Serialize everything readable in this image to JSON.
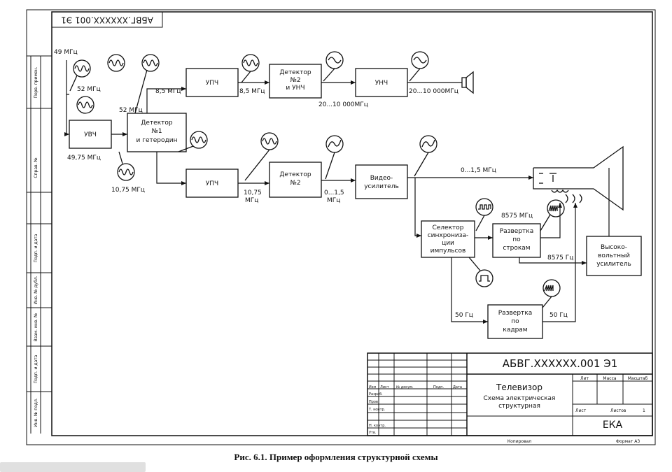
{
  "doc_code_rotated": "АБВГ.XXXXXX.001 Э1",
  "left_strip": [
    "Перв. примен.",
    "Справ. №",
    "Подп. и дата",
    "Инв. № дубл.",
    "Взам. инв. №",
    "Подп. и дата",
    "Инв. № подл."
  ],
  "blocks": {
    "uvch": "УВЧ",
    "det1": [
      "Детектор",
      "№1",
      "и гетеродин"
    ],
    "upch_top": "УПЧ",
    "det2_top": [
      "Детектор",
      "№2",
      "и УНЧ"
    ],
    "unch": "УНЧ",
    "upch_bottom": "УПЧ",
    "det2_bottom": [
      "Детектор",
      "№2"
    ],
    "video_amp": [
      "Видео-",
      "усилитель"
    ],
    "sync_sel": [
      "Селектор",
      "синхронизa-",
      "ции",
      "импульсов"
    ],
    "line_scan": [
      "Развертка",
      "по",
      "строкам"
    ],
    "frame_scan": [
      "Развертка",
      "по",
      "кадрам"
    ],
    "hv_amp": [
      "Высоко-",
      "вольтный",
      "усилитель"
    ]
  },
  "freq_labels": {
    "f49": "49 МГц",
    "f52a": "52 МГц",
    "f52b": "52 МГц",
    "f4975": "49,75 МГц",
    "f1075a": "10,75 МГц",
    "f85a": "8,5 МГц",
    "f85b": "8,5 МГц",
    "f20_10000a": "20...10 000МГц",
    "f20_10000b": "20...10 000МГц",
    "f1075b": [
      "10,75",
      "МГц"
    ],
    "f015b": [
      "0...1,5",
      "МГц"
    ],
    "f015": "0...1,5 МГц",
    "f8575mhz": "8575 МГц",
    "f8575hz": "8575 Гц",
    "f50a": "50 Гц",
    "f50b": "50 Гц"
  },
  "title_block": {
    "doc_code": "АБВГ.XXXXXX.001 Э1",
    "title": "Телевизор",
    "subtitle1": "Схема электрическая",
    "subtitle2": "структурная",
    "org": "ЕКА",
    "headers": [
      "Изм",
      "Лист",
      "№ докум.",
      "Подп.",
      "Дата"
    ],
    "roles": [
      "Разраб.",
      "Пров.",
      "Т. контр.",
      "Н. контр.",
      "Утв."
    ],
    "lit": "Лит",
    "mass": "Масса",
    "scale": "Масштаб",
    "sheet": "Лист",
    "sheets": "Листов",
    "sheets_count": "1",
    "copied": "Копировал",
    "format": "Формат А3"
  },
  "caption": "Рис. 6.1. Пример оформления структурной схемы"
}
